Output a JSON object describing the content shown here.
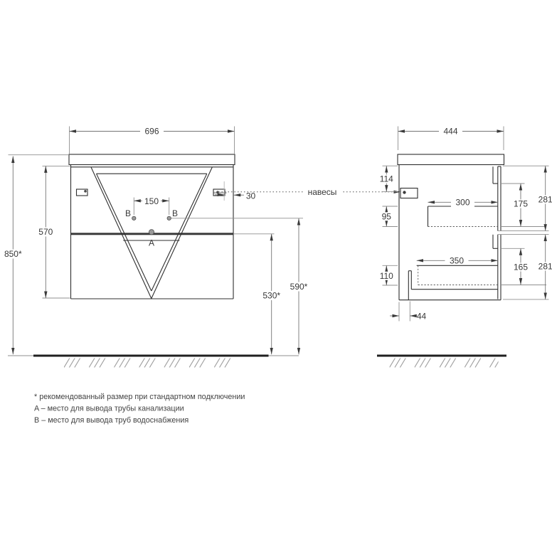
{
  "front_view": {
    "width": "696",
    "overall_height": "850*",
    "cabinet_height": "570",
    "faucet_holes_span": "150",
    "hinge_offset": "30",
    "drain_line_height": "590*",
    "divider_height": "530*",
    "label_a": "A",
    "label_b_left": "B",
    "label_b_right": "B"
  },
  "side_view": {
    "depth": "444",
    "hinge_top_offset": "114",
    "drawer1_inner_gap": "95",
    "drawer2_inner_gap": "110",
    "drawer1_inner_depth": "300",
    "drawer1_inner_height": "175",
    "drawer1_front_height": "281",
    "drawer2_inner_depth": "350",
    "drawer2_inner_height": "165",
    "drawer2_front_height": "281",
    "drain_offset": "44"
  },
  "annotations": {
    "hangers_label": "навесы"
  },
  "footnotes": [
    "* рекомендованный размер при стандартном подключении",
    "A – место для вывода трубы канализации",
    "B – место для вывода труб водоснабжения"
  ]
}
